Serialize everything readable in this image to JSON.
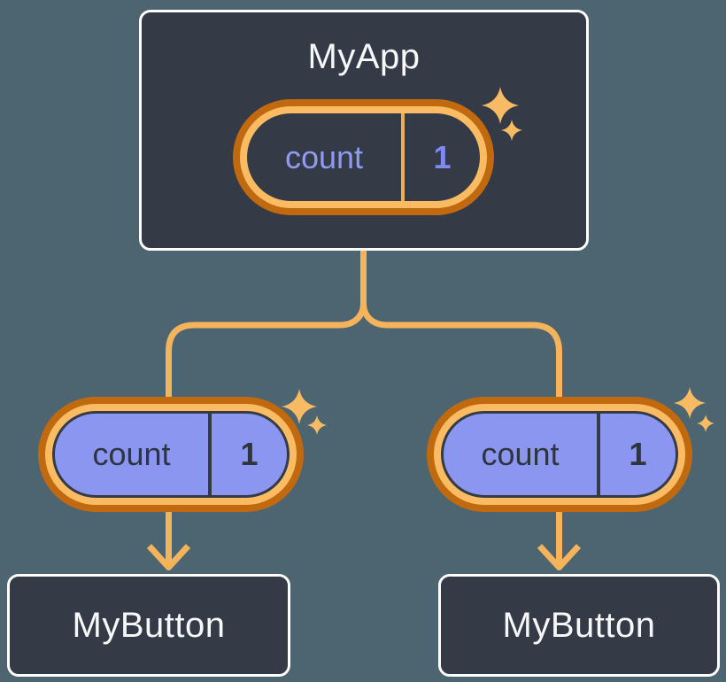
{
  "tree": {
    "root": {
      "label": "MyApp",
      "state": {
        "name": "count",
        "value": "1"
      }
    },
    "children": [
      {
        "label": "MyButton",
        "prop": {
          "name": "count",
          "value": "1"
        }
      },
      {
        "label": "MyButton",
        "prop": {
          "name": "count",
          "value": "1"
        }
      }
    ]
  },
  "colors": {
    "background": "#4c6571",
    "node_fill": "#343b46",
    "node_border": "#ffffff",
    "node_text": "#f6f8fa",
    "highlight_ring_outer": "#c1690f",
    "highlight_ring_inner": "#fabb63",
    "connector": "#f5b35c",
    "sparkle": "#f8ba62",
    "state_pill_divider": "#f3ab4f",
    "prop_pill_fill": "#8b96f0",
    "state_text_purple": "#8f9af2",
    "prop_text_dark": "#2e3540"
  },
  "icons": {
    "sparkles": "sparkles-icon",
    "arrow": "arrow-down-icon"
  }
}
